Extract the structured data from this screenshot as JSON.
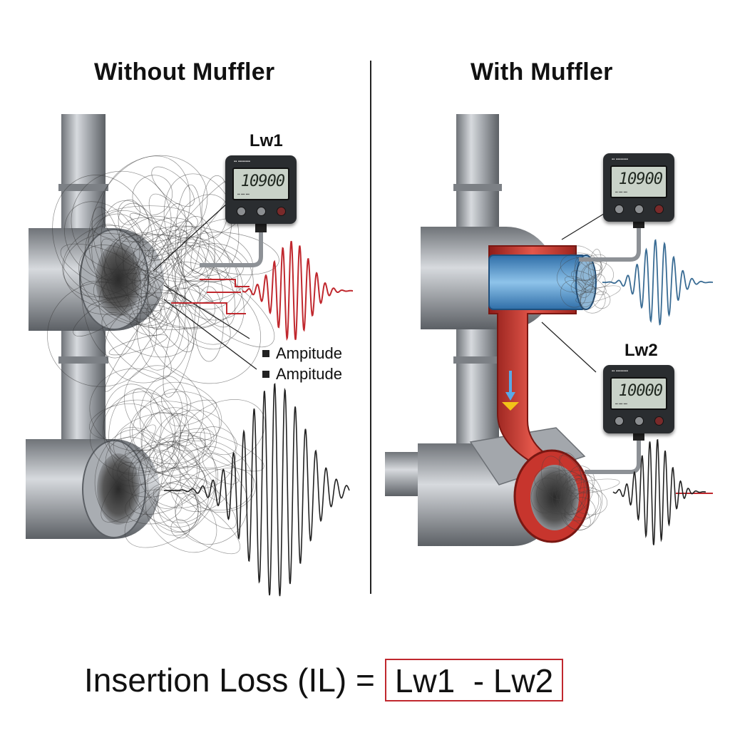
{
  "panels": {
    "left": {
      "title": "Without Muffler"
    },
    "right": {
      "title": "With Muffler"
    }
  },
  "meters": {
    "lw1": {
      "label": "Lw1",
      "reading": "10900"
    },
    "lw2": {
      "label": "Lw2",
      "reading": "10000"
    },
    "upper_right_reading": "10900"
  },
  "legend": [
    "Ampitude",
    "Ampitude"
  ],
  "formula": {
    "lhs": "Insertion Loss (IL) =",
    "rhs": "Lw1  - Lw2"
  },
  "colors": {
    "pipe": "#9a9ea3",
    "waveform_red": "#c0282e",
    "waveform_blue": "#3a6c94",
    "muffler_red": "#d33a32",
    "muffler_blue": "#4a90c8"
  }
}
